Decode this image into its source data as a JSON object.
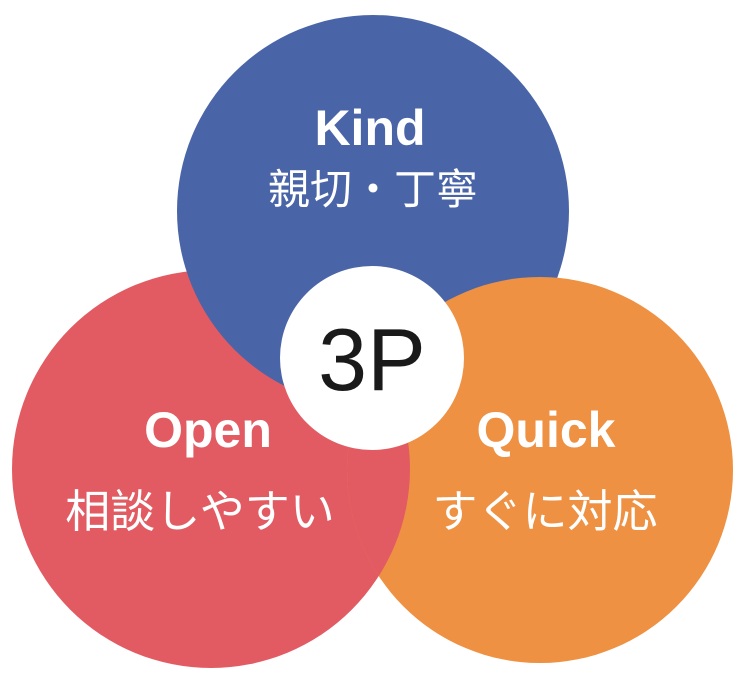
{
  "diagram": {
    "background": "#ffffff",
    "label_text_color": "#ffffff",
    "center": {
      "label": "3P",
      "fill": "#ffffff",
      "text_color": "#1a1a1a"
    },
    "circles": [
      {
        "id": "kind",
        "en": "Kind",
        "jp": "親切・丁寧",
        "color": "#4a64a8"
      },
      {
        "id": "open",
        "en": "Open",
        "jp": "相談しやすい",
        "color": "#e25b62"
      },
      {
        "id": "quick",
        "en": "Quick",
        "jp": "すぐに対応",
        "color": "#ee9143"
      }
    ]
  }
}
